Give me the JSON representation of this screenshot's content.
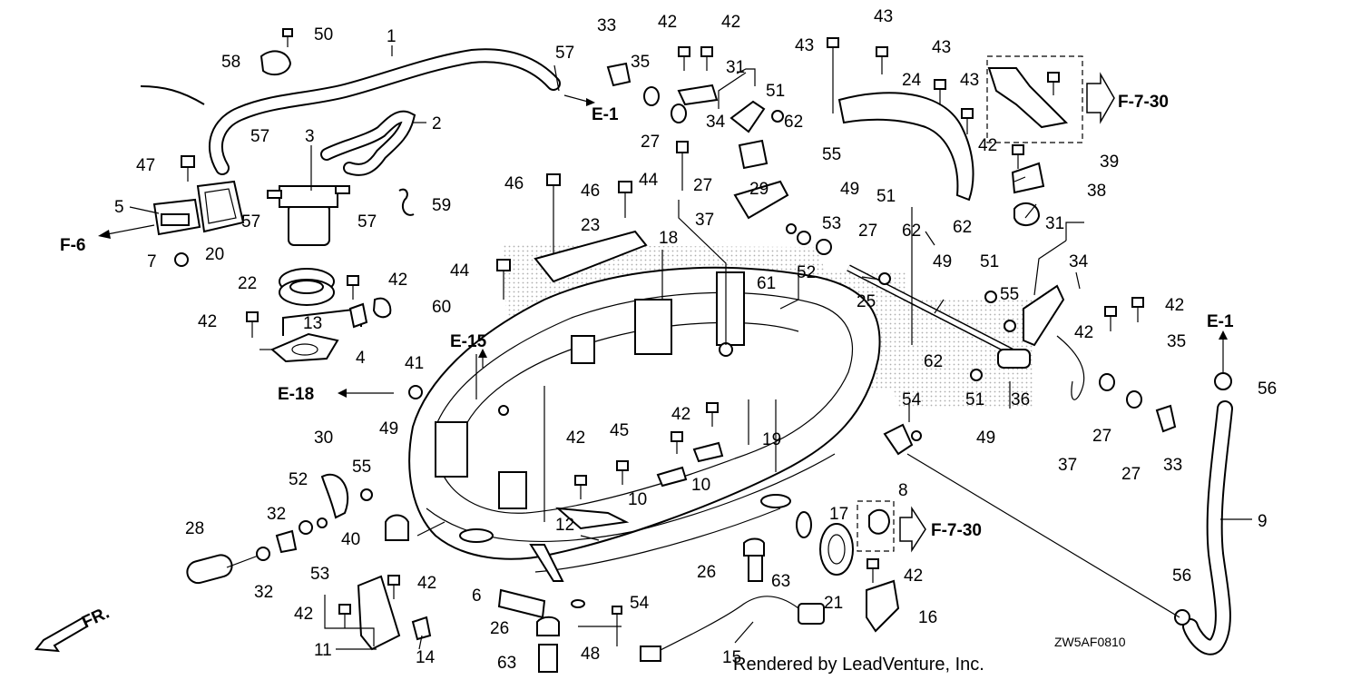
{
  "diagram": {
    "drawing_code": "ZW5AF0810",
    "credit": "Rendered by LeadVenture, Inc.",
    "front_marker": "FR.",
    "references": {
      "e1_top": "E-1",
      "e1_right": "E-1",
      "f6": "F-6",
      "f730_top": "F-7-30",
      "f730_mid": "F-7-30",
      "e15": "E-15",
      "e18": "E-18"
    },
    "labels": {
      "n50": "50",
      "n58": "58",
      "n1": "1",
      "n57a": "57",
      "n33a": "33",
      "n42a": "42",
      "n42b": "42",
      "n35a": "35",
      "n31a": "31",
      "n43a": "43",
      "n43b": "43",
      "n43c": "43",
      "n43d": "43",
      "n24": "24",
      "n2": "2",
      "n57b": "57",
      "n3": "3",
      "n47": "47",
      "n5": "5",
      "n20": "20",
      "n57c": "57",
      "n57d": "57",
      "n59": "59",
      "n7": "7",
      "n27a": "27",
      "n34a": "34",
      "n51a": "51",
      "n62a": "62",
      "n55a": "55",
      "n27b": "27",
      "n44a": "44",
      "n49a": "49",
      "n46a": "46",
      "n46b": "46",
      "n29": "29",
      "n37a": "37",
      "n53a": "53",
      "n23": "23",
      "n18": "18",
      "n42c": "42",
      "n39": "39",
      "n38": "38",
      "n51b": "51",
      "n27c": "27",
      "n62b": "62",
      "n62c": "62",
      "n31b": "31",
      "n34b": "34",
      "n44b": "44",
      "n52a": "52",
      "n61": "61",
      "n22": "22",
      "n42d": "42",
      "n60": "60",
      "n13": "13",
      "n42e": "42",
      "n4": "4",
      "n49b": "49",
      "n51c": "51",
      "n25": "25",
      "n55b": "55",
      "n42f": "42",
      "n42g": "42",
      "n35b": "35",
      "n41": "41",
      "n62d": "62",
      "n51d": "51",
      "n36": "36",
      "n56a": "56",
      "n54a": "54",
      "n42h": "42",
      "n45": "45",
      "n19": "19",
      "n49c": "49",
      "n27d": "27",
      "n27e": "27",
      "n33b": "33",
      "n37b": "37",
      "n30": "30",
      "n49d": "49",
      "n52b": "52",
      "n55c": "55",
      "n42i": "42",
      "n10a": "10",
      "n10b": "10",
      "n8": "8",
      "n28": "28",
      "n32a": "32",
      "n32b": "32",
      "n53b": "53",
      "n40": "40",
      "n12": "12",
      "n17": "17",
      "n9": "9",
      "n26a": "26",
      "n63a": "63",
      "n42j": "42",
      "n21": "21",
      "n56b": "56",
      "n42k": "42",
      "n42l": "42",
      "n6": "6",
      "n54b": "54",
      "n16": "16",
      "n11": "11",
      "n14": "14",
      "n26b": "26",
      "n63b": "63",
      "n48": "48",
      "n15": "15"
    }
  }
}
